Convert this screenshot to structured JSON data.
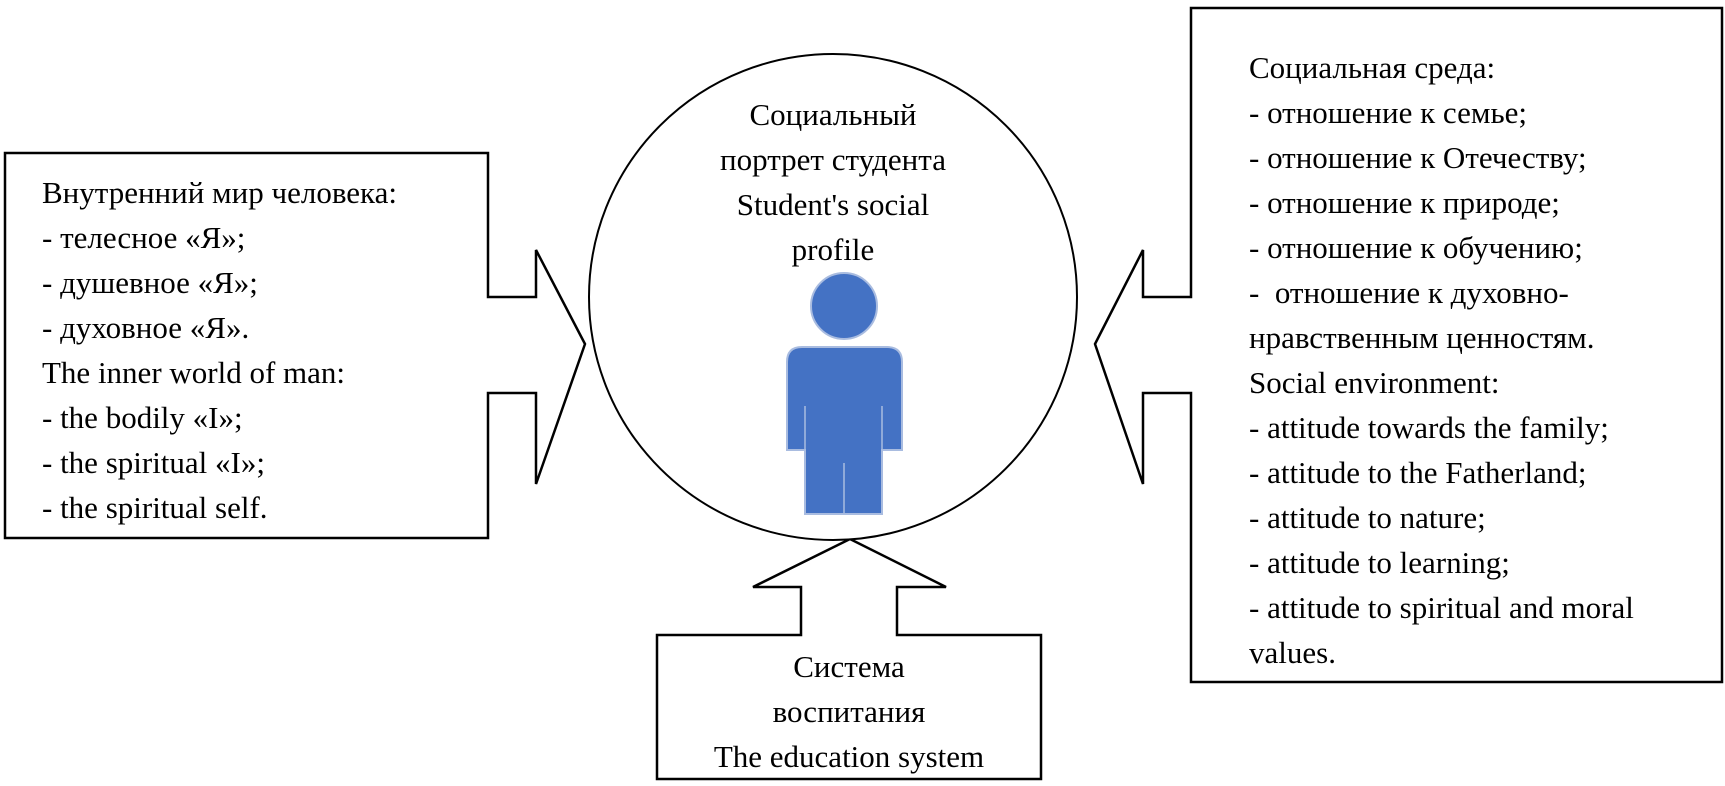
{
  "colors": {
    "stroke": "#000000",
    "figure_fill": "#4472c4",
    "figure_outline": "#a9bce0"
  },
  "center": {
    "icon": "person-icon",
    "lines": [
      "Социальный",
      "портрет студента",
      "Student's social",
      "profile"
    ]
  },
  "left_box": {
    "lines": [
      "Внутренний мир человека:",
      "- телесное «Я»;",
      "- душевное «Я»;",
      "- духовное «Я».",
      "The inner world of man:",
      "- the bodily «I»;",
      "- the spiritual «I»;",
      "- the spiritual self."
    ]
  },
  "right_box": {
    "lines": [
      "Социальная среда:",
      "- отношение к семье;",
      "- отношение к Отечеству;",
      "- отношение к природе;",
      "- отношение к обучению;",
      "-  отношение к духовно-",
      "нравственным ценностям.",
      "Social environment:",
      "- attitude towards the family;",
      "- attitude to the Fatherland;",
      "- attitude to nature;",
      "- attitude to learning;",
      "- attitude to spiritual and moral",
      "values."
    ]
  },
  "bottom_box": {
    "lines": [
      "Система",
      "воспитания",
      "The education system"
    ]
  }
}
